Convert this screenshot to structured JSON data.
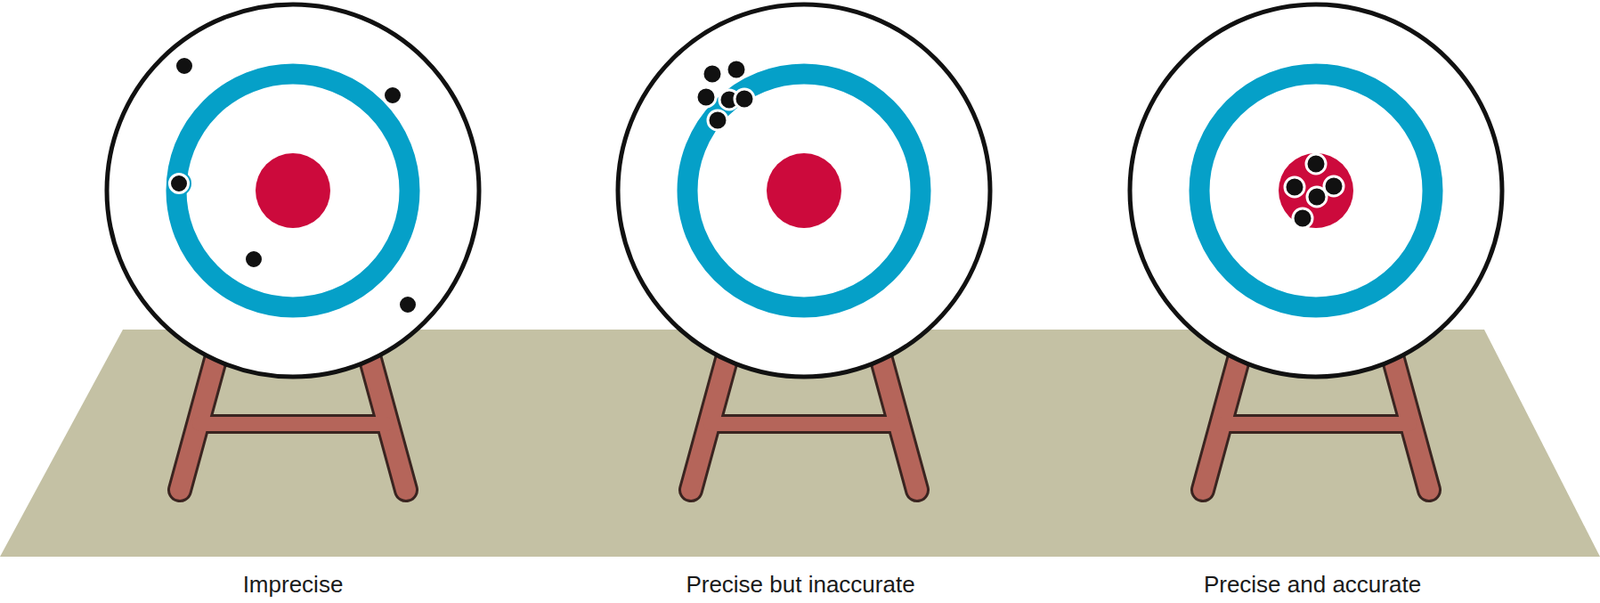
{
  "diagram": {
    "labels": [
      "Imprecise",
      "Precise but inaccurate",
      "Precise and accurate"
    ]
  }
}
